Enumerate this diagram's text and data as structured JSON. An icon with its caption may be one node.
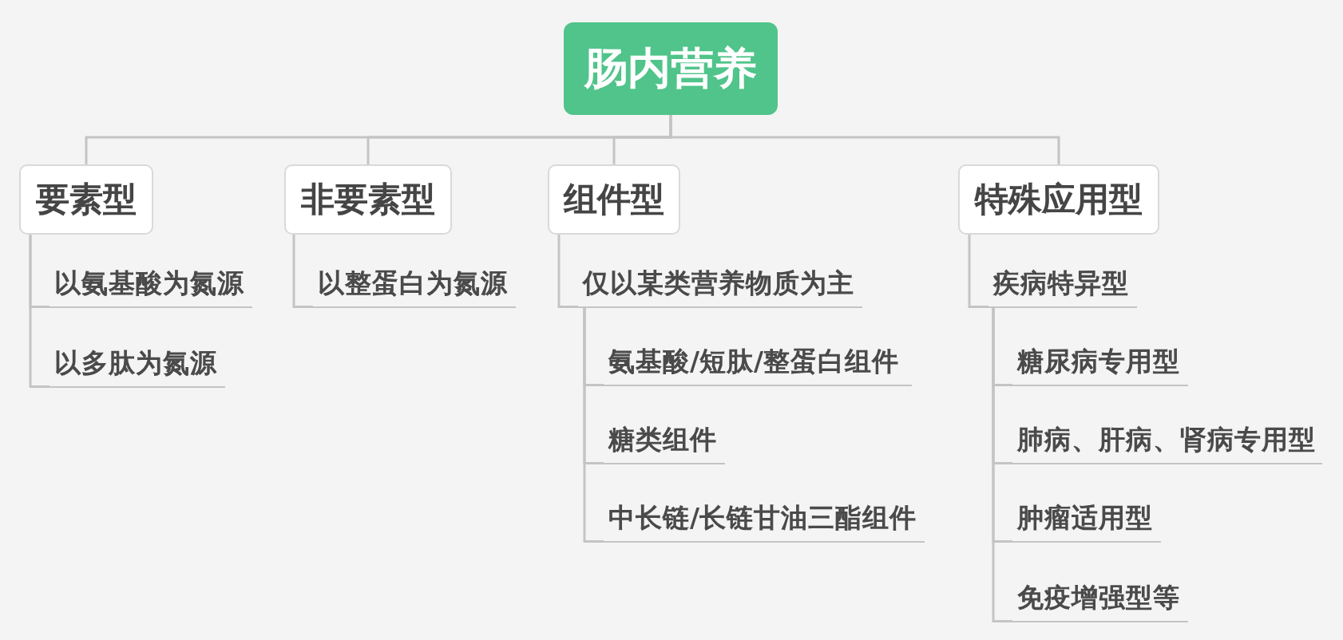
{
  "diagram": {
    "nodes": [
      {
        "text": [
          "肠内营养"
        ]
      },
      {
        "text": [
          "要素型"
        ]
      },
      {
        "text": [
          "非要素型"
        ]
      },
      {
        "text": [
          "组件型"
        ]
      },
      {
        "text": [
          "特殊应用型"
        ]
      },
      {
        "text": [
          "以氨基酸为氮源"
        ]
      },
      {
        "text": [
          "以多肽为氮源"
        ]
      },
      {
        "text": [
          "以整蛋白为氮源"
        ]
      },
      {
        "text": [
          "仅以某类营养物质为主"
        ]
      },
      {
        "text": [
          "氨基酸/短肽/整蛋白组件"
        ]
      },
      {
        "text": [
          "糖类组件"
        ]
      },
      {
        "text": [
          "中长链/长链甘油三酯组件"
        ]
      },
      {
        "text": [
          "疾病特异型"
        ]
      },
      {
        "text": [
          "糖尿病专用型"
        ]
      },
      {
        "text": [
          "肺病、肝病、肾病专用型"
        ]
      },
      {
        "text": [
          "肿瘤适用型"
        ]
      },
      {
        "text": [
          "免疫增强型等"
        ]
      }
    ],
    "edges": [
      {
        "from": 0,
        "to": 1,
        "arrow": "none"
      },
      {
        "from": 0,
        "to": 2,
        "arrow": "none"
      },
      {
        "from": 0,
        "to": 3,
        "arrow": "none"
      },
      {
        "from": 0,
        "to": 4,
        "arrow": "none"
      },
      {
        "from": 1,
        "to": 5,
        "arrow": "none"
      },
      {
        "from": 1,
        "to": 6,
        "arrow": "none"
      },
      {
        "from": 2,
        "to": 7,
        "arrow": "none"
      },
      {
        "from": 3,
        "to": 8,
        "arrow": "none"
      },
      {
        "from": 8,
        "to": 9,
        "arrow": "none"
      },
      {
        "from": 8,
        "to": 10,
        "arrow": "none"
      },
      {
        "from": 8,
        "to": 11,
        "arrow": "none"
      },
      {
        "from": 4,
        "to": 12,
        "arrow": "none"
      },
      {
        "from": 12,
        "to": 13,
        "arrow": "none"
      },
      {
        "from": 12,
        "to": 14,
        "arrow": "none"
      },
      {
        "from": 12,
        "to": 15,
        "arrow": "none"
      },
      {
        "from": 12,
        "to": 16,
        "arrow": "none"
      }
    ]
  }
}
